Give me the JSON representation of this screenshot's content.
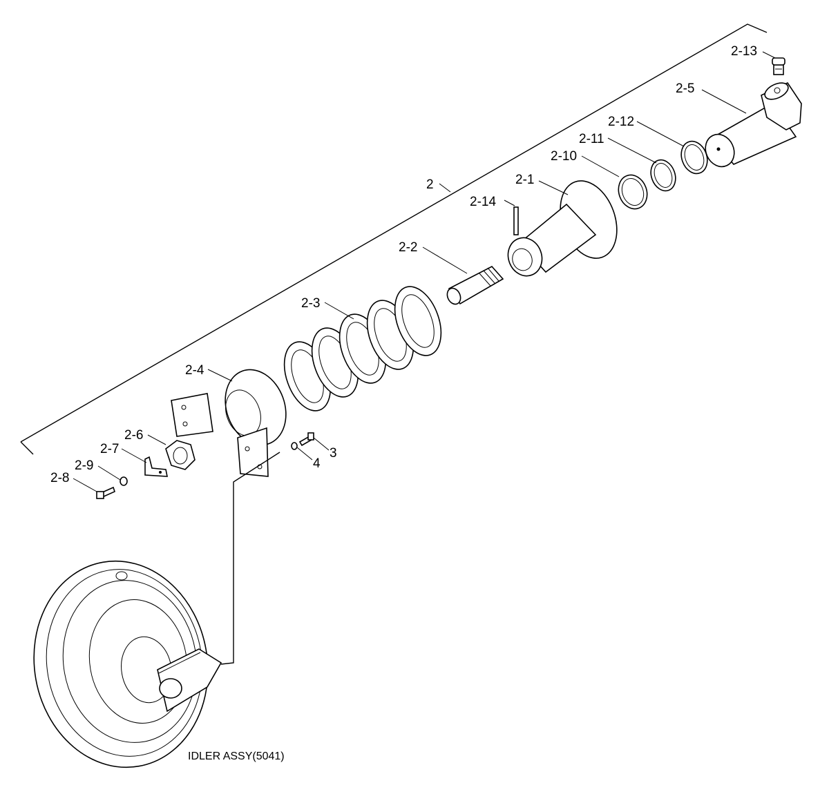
{
  "labels": {
    "l2": "2",
    "l2_1": "2-1",
    "l2_2": "2-2",
    "l2_3": "2-3",
    "l2_4": "2-4",
    "l2_5": "2-5",
    "l2_6": "2-6",
    "l2_7": "2-7",
    "l2_8": "2-8",
    "l2_9": "2-9",
    "l2_10": "2-10",
    "l2_11": "2-11",
    "l2_12": "2-12",
    "l2_13": "2-13",
    "l2_14": "2-14",
    "l3": "3",
    "l4": "4"
  },
  "caption": "IDLER ASSY(5041)"
}
